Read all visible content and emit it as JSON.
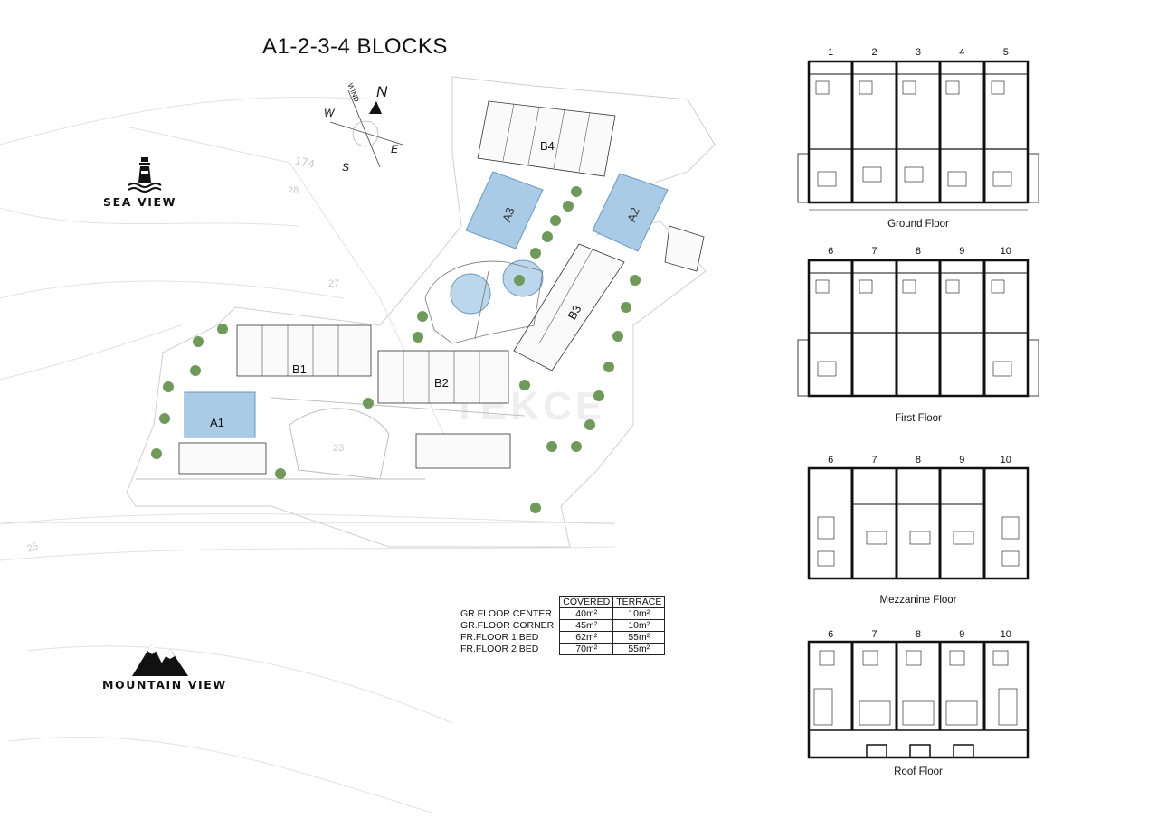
{
  "title": "A1-2-3-4 BLOCKS",
  "sea_view": "SEA VIEW",
  "mountain_view": "MOUNTAIN VIEW",
  "compass": {
    "north": "N",
    "south": "S",
    "east": "E",
    "west": "W",
    "wind": "WIND"
  },
  "blocks": {
    "a1": "A1",
    "a2": "A2",
    "a3": "A3",
    "b1": "B1",
    "b2": "B2",
    "b3": "B3",
    "b4": "B4"
  },
  "plot_numbers": {
    "top": "174",
    "mid1": "28",
    "mid2": "27",
    "mid3": "23",
    "low": "25"
  },
  "watermark": "TEKCE",
  "floors": {
    "ground": {
      "caption": "Ground Floor",
      "units": [
        "1",
        "2",
        "3",
        "4",
        "5"
      ]
    },
    "first": {
      "caption": "First Floor",
      "units": [
        "6",
        "7",
        "8",
        "9",
        "10"
      ]
    },
    "mezzanine": {
      "caption": "Mezzanine Floor",
      "units": [
        "6",
        "7",
        "8",
        "9",
        "10"
      ]
    },
    "roof": {
      "caption": "Roof Floor",
      "units": [
        "6",
        "7",
        "8",
        "9",
        "10"
      ]
    }
  },
  "area_table": {
    "headers": [
      "COVERED",
      "TERRACE"
    ],
    "rows": [
      {
        "label": "GR.FLOOR CENTER",
        "covered": "40m²",
        "terrace": "10m²"
      },
      {
        "label": "GR.FLOOR CORNER",
        "covered": "45m²",
        "terrace": "10m²"
      },
      {
        "label": "FR.FLOOR 1 BED",
        "covered": "62m²",
        "terrace": "55m²"
      },
      {
        "label": "FR.FLOOR 2 BED",
        "covered": "70m²",
        "terrace": "55m²"
      }
    ]
  },
  "colors": {
    "pool": "#a9cbe6",
    "pool_edge": "#6a9ac2",
    "line": "#222222",
    "faint": "#d4d4d4"
  }
}
